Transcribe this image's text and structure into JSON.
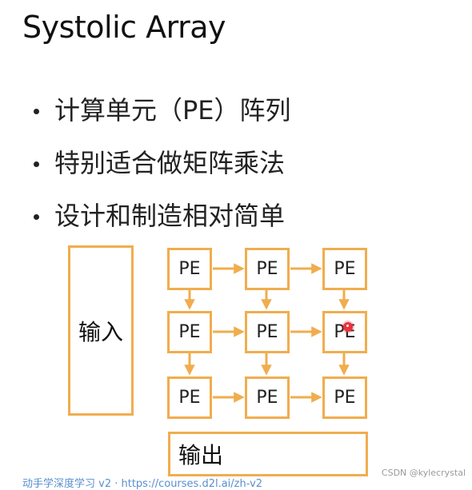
{
  "slide": {
    "title": "Systolic Array",
    "bullets": [
      "计算单元（PE）阵列",
      "特别适合做矩阵乘法",
      "设计和制造相对简单"
    ]
  },
  "diagram": {
    "input_label": "输入",
    "output_label": "输出",
    "pe_label": "PE",
    "grid": {
      "rows": [
        [
          "PE",
          "PE",
          "PE"
        ],
        [
          "PE",
          "PE",
          "PE"
        ],
        [
          "PE",
          "PE",
          "PE"
        ]
      ]
    },
    "colors": {
      "box_border": "#f0ad4e",
      "arrow": "#f0ad4e",
      "pointer": "#e8323c"
    }
  },
  "footer": {
    "link_text": "动手学深度学习 v2 · https://courses.d2l.ai/zh-v2"
  },
  "watermark": "CSDN @kylecrystal"
}
